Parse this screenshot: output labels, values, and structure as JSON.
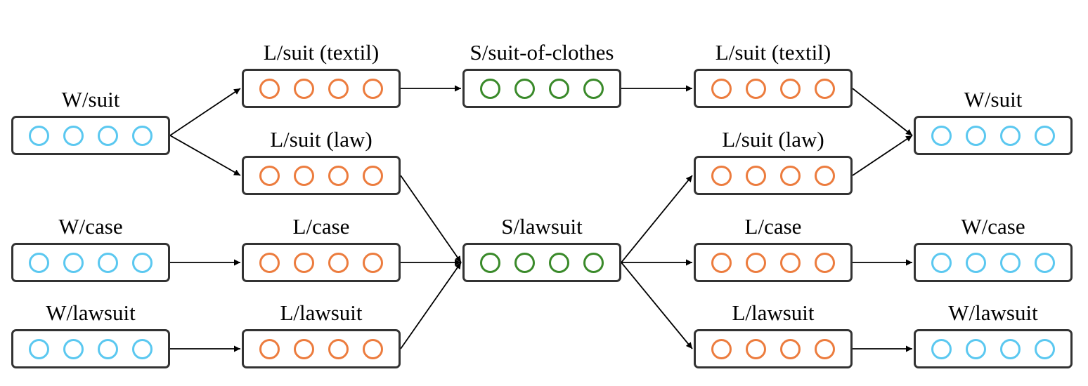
{
  "palette": {
    "W": "#5bc8f0",
    "L": "#ec7c3e",
    "S": "#3a8a2a",
    "box_border": "#333333",
    "edge": "#000000"
  },
  "nodes": [
    {
      "id": "w-suit-in",
      "label": "W/suit",
      "level": "W"
    },
    {
      "id": "w-case-in",
      "label": "W/case",
      "level": "W"
    },
    {
      "id": "w-lawsuit-in",
      "label": "W/lawsuit",
      "level": "W"
    },
    {
      "id": "l-suit-textil-in",
      "label": "L/suit (textil)",
      "level": "L"
    },
    {
      "id": "l-suit-law-in",
      "label": "L/suit (law)",
      "level": "L"
    },
    {
      "id": "l-case-in",
      "label": "L/case",
      "level": "L"
    },
    {
      "id": "l-lawsuit-in",
      "label": "L/lawsuit",
      "level": "L"
    },
    {
      "id": "s-suit-of-clothes",
      "label": "S/suit-of-clothes",
      "level": "S"
    },
    {
      "id": "s-lawsuit",
      "label": "S/lawsuit",
      "level": "S"
    },
    {
      "id": "l-suit-textil-out",
      "label": "L/suit (textil)",
      "level": "L"
    },
    {
      "id": "l-suit-law-out",
      "label": "L/suit (law)",
      "level": "L"
    },
    {
      "id": "l-case-out",
      "label": "L/case",
      "level": "L"
    },
    {
      "id": "l-lawsuit-out",
      "label": "L/lawsuit",
      "level": "L"
    },
    {
      "id": "w-suit-out",
      "label": "W/suit",
      "level": "W"
    },
    {
      "id": "w-case-out",
      "label": "W/case",
      "level": "W"
    },
    {
      "id": "w-lawsuit-out",
      "label": "W/lawsuit",
      "level": "W"
    }
  ],
  "edges": [
    {
      "from": "w-suit-in",
      "to": "l-suit-textil-in"
    },
    {
      "from": "w-suit-in",
      "to": "l-suit-law-in"
    },
    {
      "from": "w-case-in",
      "to": "l-case-in"
    },
    {
      "from": "w-lawsuit-in",
      "to": "l-lawsuit-in"
    },
    {
      "from": "l-suit-textil-in",
      "to": "s-suit-of-clothes"
    },
    {
      "from": "l-suit-law-in",
      "to": "s-lawsuit"
    },
    {
      "from": "l-case-in",
      "to": "s-lawsuit"
    },
    {
      "from": "l-lawsuit-in",
      "to": "s-lawsuit"
    },
    {
      "from": "s-suit-of-clothes",
      "to": "l-suit-textil-out"
    },
    {
      "from": "s-lawsuit",
      "to": "l-suit-law-out"
    },
    {
      "from": "s-lawsuit",
      "to": "l-case-out"
    },
    {
      "from": "s-lawsuit",
      "to": "l-lawsuit-out"
    },
    {
      "from": "l-suit-textil-out",
      "to": "w-suit-out"
    },
    {
      "from": "l-suit-law-out",
      "to": "w-suit-out"
    },
    {
      "from": "l-case-out",
      "to": "w-case-out"
    },
    {
      "from": "l-lawsuit-out",
      "to": "w-lawsuit-out"
    }
  ]
}
